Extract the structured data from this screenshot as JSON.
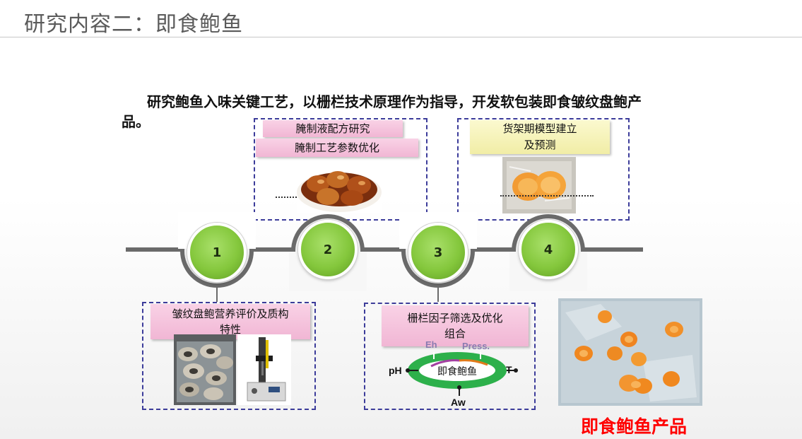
{
  "slide": {
    "title": "研究内容二：即食鲍鱼",
    "intro_text": "研究鲍鱼入味关键工艺，以栅栏技术原理作为指导，开发软包装即食皱纹盘鲍产品。"
  },
  "timeline": {
    "nodes": [
      "1",
      "2",
      "3",
      "4"
    ]
  },
  "boxes": {
    "box2": {
      "labels": [
        "腌制液配方研究",
        "腌制工艺参数优化"
      ]
    },
    "box4": {
      "label_line1": "货架期模型建立",
      "label_line2": "及预测"
    },
    "box1": {
      "label_line1": "皱纹盘鲍营养评价及质构",
      "label_line2": "特性"
    },
    "box3": {
      "label_line1": "栅栏因子筛选及优化",
      "label_line2": "组合",
      "diagram": {
        "center": "即食鲍鱼",
        "factors": {
          "top_left": "Eh",
          "top_right": "Press.",
          "left": "pH",
          "right": "T",
          "bottom": "Aw"
        }
      }
    }
  },
  "product_caption": "即食鲍鱼产品",
  "colors": {
    "timeline_gray": "#6a6a6a",
    "node_green": "#84c73c",
    "box_border": "#3c3c9a",
    "pink_label": "#f4c2dc",
    "yellow_label": "#f6f3b8",
    "caption_red": "#ff0000"
  }
}
